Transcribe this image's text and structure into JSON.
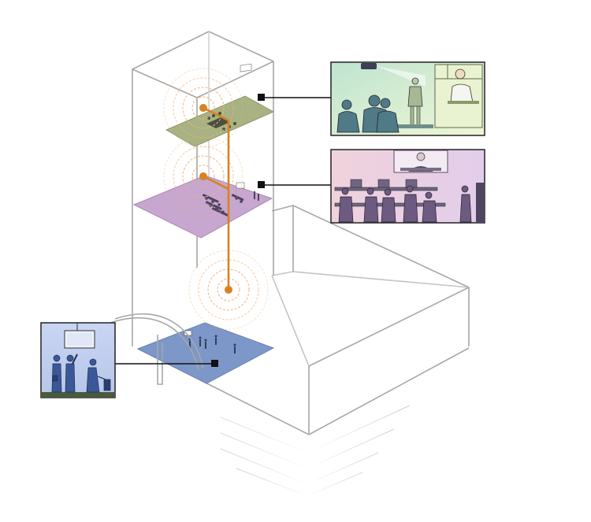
{
  "diagram": {
    "title": "",
    "colors": {
      "outline": "#9a9a9a",
      "signal_route": "#d9821f",
      "signal_rings": "#f2b27a",
      "callout_line": "#111111",
      "floor_upper": "#a8b283",
      "floor_middle": "#c7a6cf",
      "floor_lobby": "#7d97c8",
      "panel_meeting_bg": "#d3ecd0",
      "panel_office_bg": "#e7cde2",
      "panel_lobby_bg": "#c3d0ef"
    },
    "floors": [
      {
        "id": "upper",
        "scene": "meeting-room"
      },
      {
        "id": "middle",
        "scene": "open-office"
      },
      {
        "id": "lobby",
        "scene": "lobby"
      }
    ],
    "callouts": [
      {
        "id": "meeting",
        "scene": "video-conference-meeting-room"
      },
      {
        "id": "office",
        "scene": "open-office-with-video-wall"
      },
      {
        "id": "lobby",
        "scene": "lobby-with-display-screen"
      }
    ],
    "icons": [
      "antenna-signal-icon",
      "callout-marker-icon",
      "person-icon",
      "display-screen-icon",
      "projector-icon",
      "desk-icon"
    ]
  }
}
